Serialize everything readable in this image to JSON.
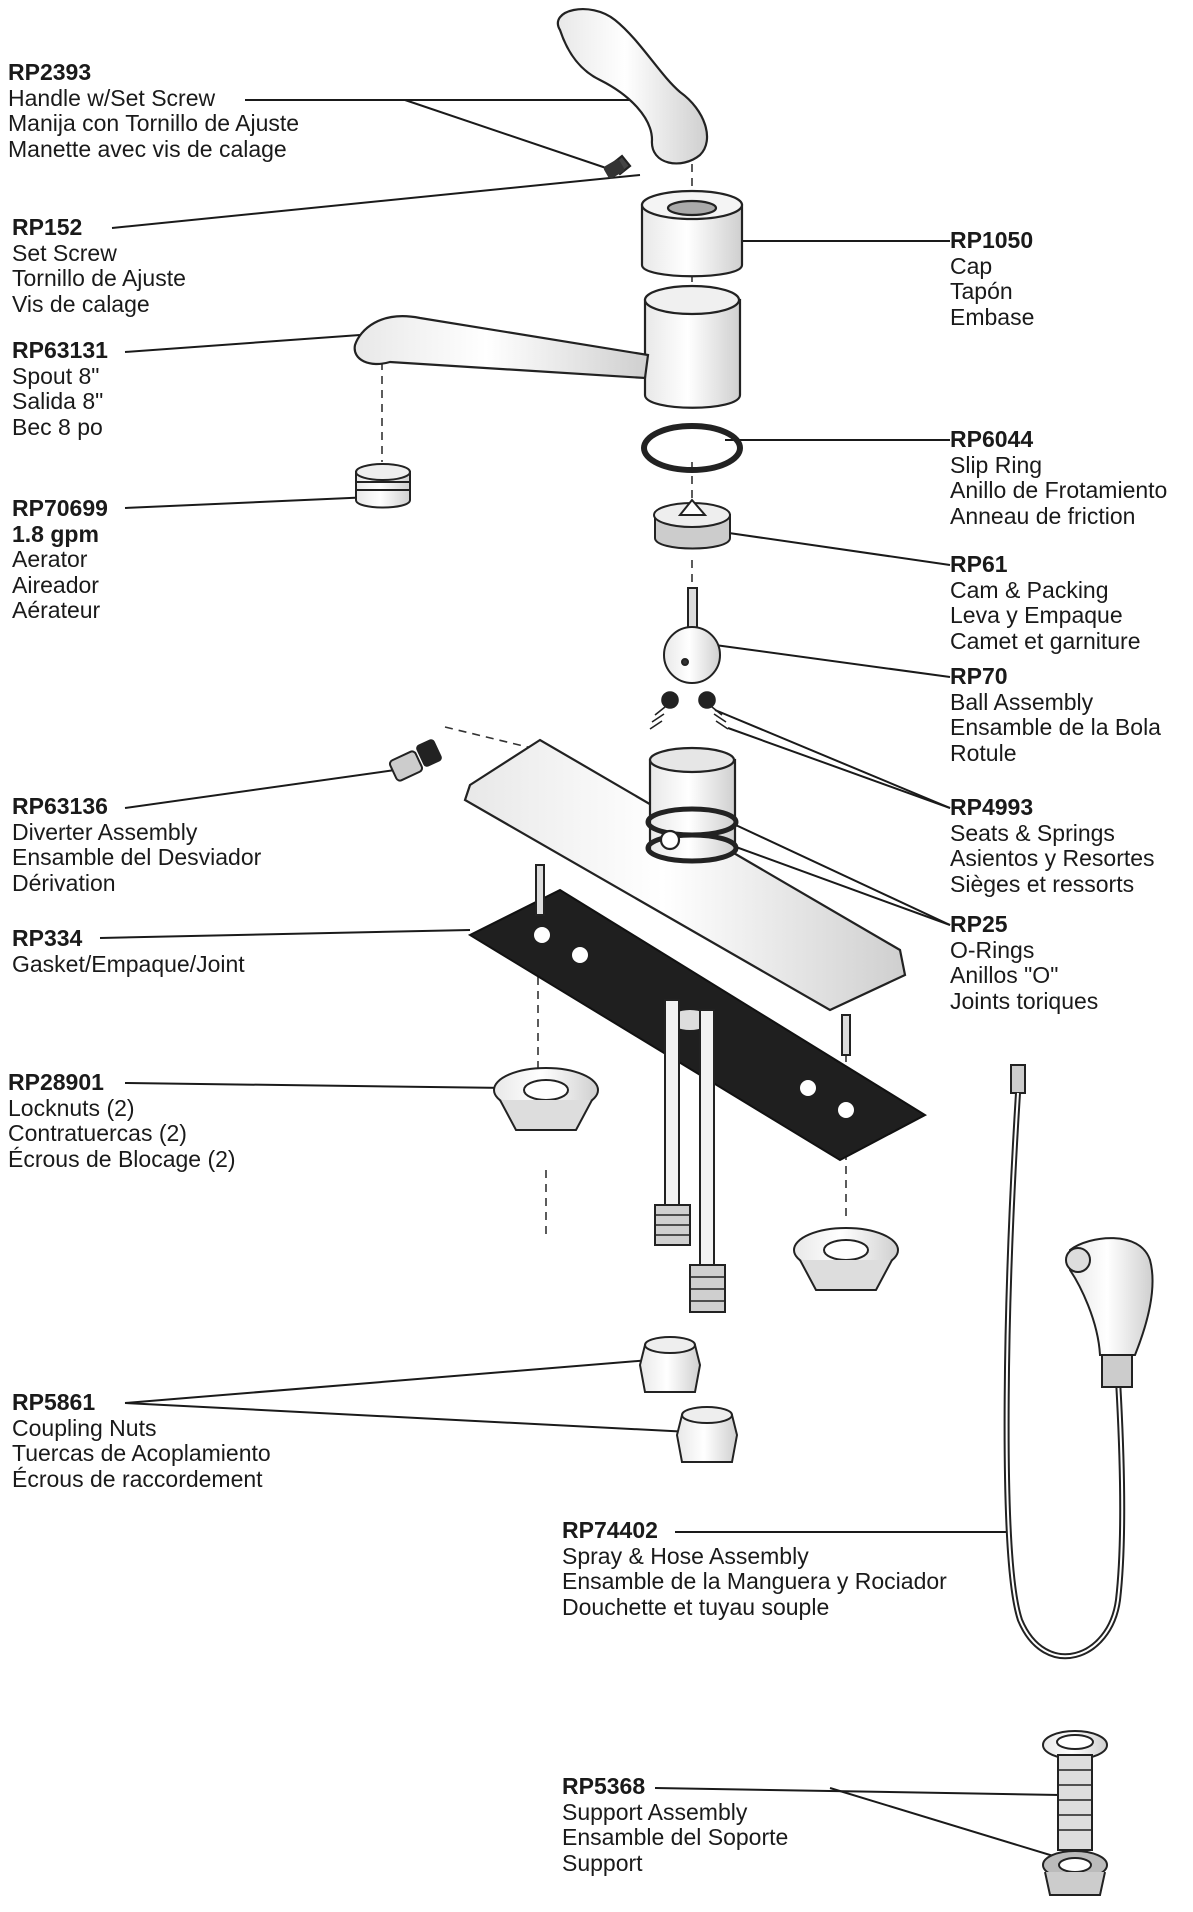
{
  "parts": [
    {
      "id": "handle",
      "part_number": "RP2393",
      "lines": [
        "Handle w/Set Screw",
        "Manija con Tornillo de Ajuste",
        "Manette avec vis de calage"
      ]
    },
    {
      "id": "set-screw",
      "part_number": "RP152",
      "lines": [
        "Set Screw",
        "Tornillo de Ajuste",
        "Vis de calage"
      ]
    },
    {
      "id": "spout",
      "part_number": "RP63131",
      "lines": [
        "Spout 8\"",
        "Salida 8\"",
        "Bec 8 po"
      ]
    },
    {
      "id": "aerator",
      "part_number": "RP70699",
      "lines": [
        "1.8 gpm",
        "Aerator",
        "Aireador",
        "Aérateur"
      ]
    },
    {
      "id": "diverter",
      "part_number": "RP63136",
      "lines": [
        "Diverter Assembly",
        "Ensamble del Desviador",
        "Dérivation"
      ]
    },
    {
      "id": "gasket",
      "part_number": "RP334",
      "lines": [
        "Gasket/Empaque/Joint"
      ]
    },
    {
      "id": "locknuts",
      "part_number": "RP28901",
      "lines": [
        "Locknuts (2)",
        "Contratuercas (2)",
        "Écrous de Blocage (2)"
      ]
    },
    {
      "id": "coupling-nuts",
      "part_number": "RP5861",
      "lines": [
        "Coupling Nuts",
        "Tuercas de Acoplamiento",
        "Écrous de raccordement"
      ]
    },
    {
      "id": "cap",
      "part_number": "RP1050",
      "lines": [
        "Cap",
        "Tapón",
        "Embase"
      ]
    },
    {
      "id": "slip-ring",
      "part_number": "RP6044",
      "lines": [
        "Slip Ring",
        "Anillo de Frotamiento",
        "Anneau de friction"
      ]
    },
    {
      "id": "cam-packing",
      "part_number": "RP61",
      "lines": [
        "Cam & Packing",
        "Leva y Empaque",
        "Camet et garniture"
      ]
    },
    {
      "id": "ball-assembly",
      "part_number": "RP70",
      "lines": [
        "Ball Assembly",
        "Ensamble de la Bola",
        "Rotule"
      ]
    },
    {
      "id": "seats-springs",
      "part_number": "RP4993",
      "lines": [
        "Seats & Springs",
        "Asientos y Resortes",
        "Sièges et ressorts"
      ]
    },
    {
      "id": "o-rings",
      "part_number": "RP25",
      "lines": [
        "O-Rings",
        "Anillos \"O\"",
        "Joints toriques"
      ]
    },
    {
      "id": "spray-hose",
      "part_number": "RP74402",
      "lines": [
        "Spray & Hose Assembly",
        "Ensamble de la Manguera y Rociador",
        "Douchette et tuyau souple"
      ]
    },
    {
      "id": "support",
      "part_number": "RP5368",
      "lines": [
        "Support Assembly",
        "Ensamble del Soporte",
        "Support"
      ]
    }
  ]
}
